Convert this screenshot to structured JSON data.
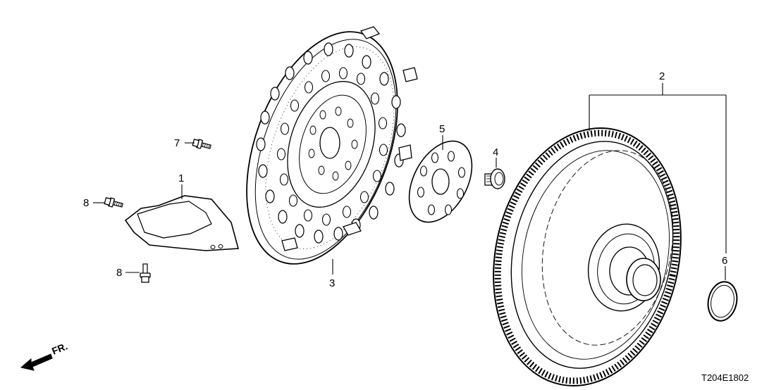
{
  "diagram": {
    "callouts": [
      {
        "id": "c1",
        "text": "1"
      },
      {
        "id": "c2",
        "text": "2"
      },
      {
        "id": "c3",
        "text": "3"
      },
      {
        "id": "c4",
        "text": "4"
      },
      {
        "id": "c5",
        "text": "5"
      },
      {
        "id": "c6",
        "text": "6"
      },
      {
        "id": "c7",
        "text": "7"
      },
      {
        "id": "c8a",
        "text": "8"
      },
      {
        "id": "c8b",
        "text": "8"
      }
    ],
    "direction_label": "FR.",
    "diagram_code": "T204E1802"
  }
}
